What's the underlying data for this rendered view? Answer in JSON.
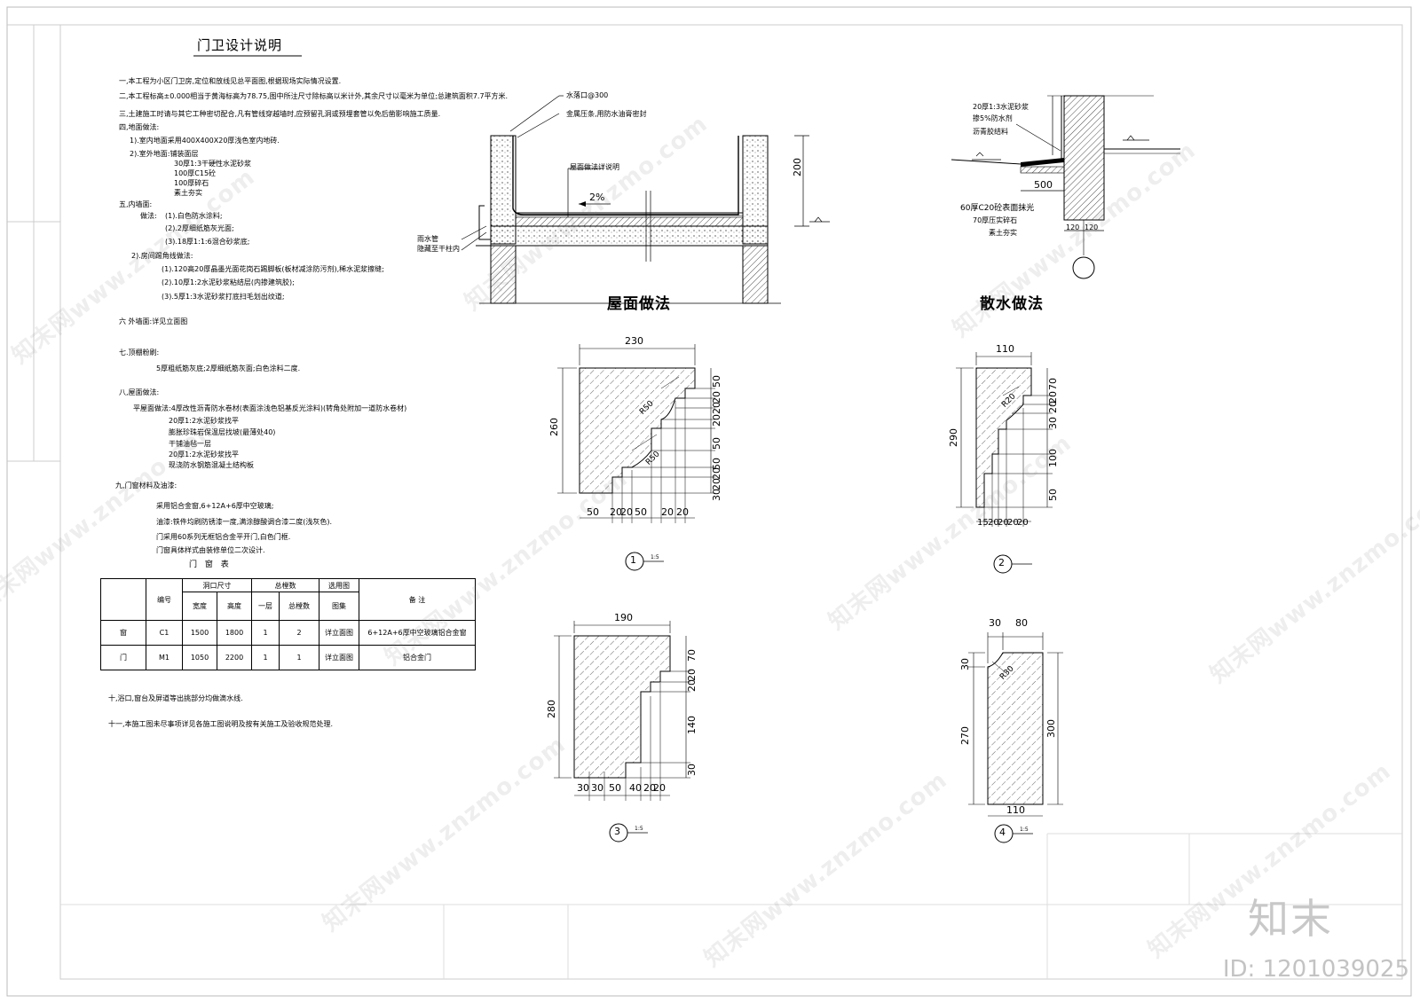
{
  "title": "门卫设计说明",
  "notes": [
    "一,本工程为小区门卫房,定位和放线见总平面图,根据现场实际情况设置.",
    "二,本工程标高±0.000相当于黄海标高为78.75,图中所注尺寸除标高以米计外,其余尺寸以毫米为单位;总建筑面积7.7平方米.",
    "三,土建施工时请与其它工种密切配合,凡有管线穿越墙时,应预留孔洞或预埋套管以免后凿影响施工质量.",
    "四,地面做法:",
    "1).室内地面采用400X400X20厚浅色室内地砖.",
    "2).室外地面:铺装面层",
    "30厚1:3干硬性水泥砂浆",
    "100厚C15砼",
    "100厚碎石",
    "素土夯实",
    "五,内墙面:",
    "做法:",
    "(1).白色防水涂料;",
    "(2).2厚细纸筋灰光面;",
    "(3).18厚1:1:6混合砂浆底;",
    "2).房间踢角线做法:",
    "(1).120高20厚晶墨光面花岗石踢脚板(板材减涂防污剂),稀水泥浆擦缝;",
    "(2).10厚1:2水泥砂浆粘结层(内掺建筑胶);",
    "(3).5厚1:3水泥砂浆打底扫毛划出纹道;",
    "六 外墙面:详见立面图",
    "七.顶棚粉刷:",
    "5厚粗纸筋灰底;2厚细纸筋灰面;白色涂料二度.",
    "八,屋面做法:",
    "平屋面做法:4厚改性沥青防水卷材(表面涂浅色铝基反光涂料)(转角处附加一道防水卷材)",
    "20厚1:2水泥砂浆找平",
    "膨胀珍珠岩保温层找坡(最薄处40)",
    "干铺油毡一层",
    "20厚1:2水泥砂浆找平",
    "现浇防水钢筋混凝土结构板",
    "九,门窗材料及油漆:",
    "采用铝合金窗,6+12A+6厚中空玻璃;",
    "油漆:铁件均刷防锈漆一度,满涂醇酸调合漆二度(浅灰色).",
    "门采用60系列无框铝合金平开门,白色门框.",
    "门窗具体样式由装修单位二次设计.",
    "十,浴口,窗台及屏道等出挑部分均做滴水线.",
    "十一,本施工图未尽事项详见各施工图说明及按有关施工及验收规范处理."
  ],
  "door_window_table": {
    "caption": "门 窗 表",
    "headers": {
      "number": "编号",
      "opening_size": "洞口尺寸",
      "width": "宽度",
      "height": "高度",
      "total": "总樘数",
      "floor1": "一层",
      "total_count": "总樘数",
      "select_drawing": "选用图",
      "drawing": "图集",
      "remarks": "备 注"
    },
    "rows": [
      {
        "type": "窗",
        "code": "C1",
        "width": "1500",
        "height": "1800",
        "floor1": "1",
        "total": "2",
        "drawing": "详立面图",
        "remark": "6+12A+6厚中空玻璃铝合金窗"
      },
      {
        "type": "门",
        "code": "M1",
        "width": "1050",
        "height": "2200",
        "floor1": "1",
        "total": "1",
        "drawing": "详立面图",
        "remark": "铝合金门"
      }
    ]
  },
  "roof_detail": {
    "caption": "屋面做法",
    "labels": {
      "drain": "水落口@300",
      "metal": "金属压条,用防水油膏密封",
      "layers": "屋面做法详说明",
      "slope": "2%",
      "pipe": "雨水管",
      "hidden": "隐藏至干柱内",
      "dim200": "200"
    }
  },
  "apron_detail": {
    "caption": "散水做法",
    "labels": {
      "l1": "20厚1:3水泥砂浆",
      "l2": "掺5%防水剂",
      "l3": "沥青胶结料",
      "l4": "60厚C20砼表面抹光",
      "l5": "70厚压实碎石",
      "l6": "素土夯实",
      "d500": "500",
      "d120a": "120",
      "d120b": "120"
    }
  },
  "profiles": [
    {
      "num": "1",
      "scale": "1:5",
      "top": "230",
      "left": "260",
      "right": [
        "50",
        "20",
        "20",
        "20",
        "50",
        "50",
        "20",
        "20",
        "30"
      ],
      "bottom": [
        "50",
        "20",
        "20",
        "50",
        "20",
        "20"
      ],
      "r1": "R50",
      "r2": "R50"
    },
    {
      "num": "2",
      "scale": "",
      "top": "110",
      "left": "290",
      "right": [
        "70",
        "20",
        "20",
        "30",
        "100",
        "50"
      ],
      "bottom": [
        "15",
        "20",
        "20",
        "20",
        "20"
      ],
      "r1": "R20"
    },
    {
      "num": "3",
      "scale": "1:5",
      "top": "190",
      "left": "280",
      "right": [
        "70",
        "20",
        "20",
        "140",
        "30"
      ],
      "bottom": [
        "30",
        "30",
        "50",
        "40",
        "20",
        "20"
      ]
    },
    {
      "num": "4",
      "scale": "1:5",
      "top": [
        "30",
        "80"
      ],
      "left": "270",
      "left_top": "30",
      "right": "300",
      "bottom": "110",
      "r1": "R30"
    }
  ],
  "footer": {
    "logo": "知末",
    "id": "ID: 1201039025"
  },
  "watermark": "知末网www.znzmo.com"
}
